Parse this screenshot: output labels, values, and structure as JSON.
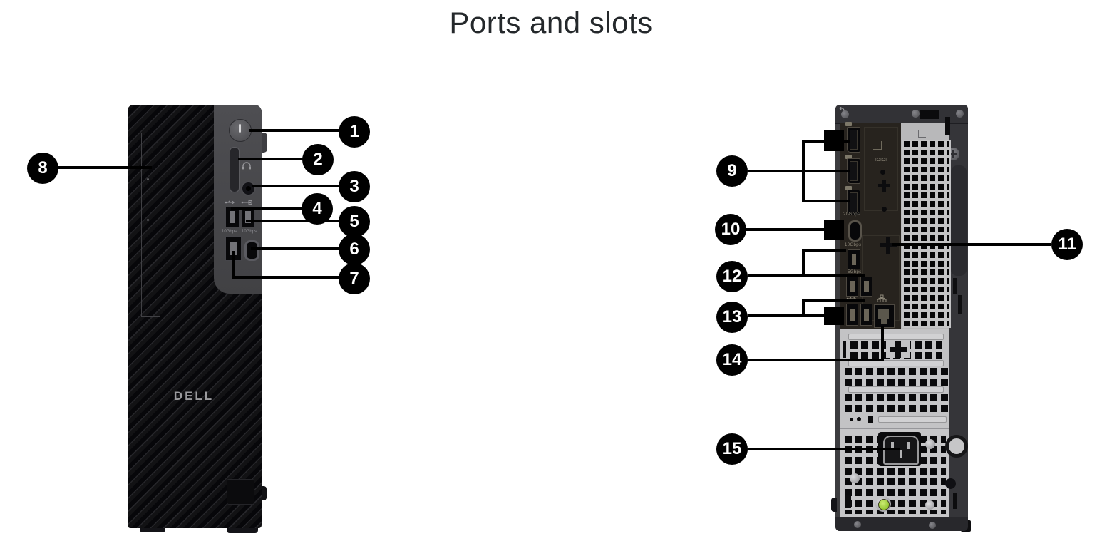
{
  "title": "Ports and slots",
  "front": {
    "brand_label": "DELL",
    "callouts": [
      "1",
      "2",
      "3",
      "4",
      "5",
      "6",
      "7",
      "8"
    ],
    "port_labels": {
      "usb_a_gen2": "10Gbps",
      "usb_c_gen2": "10Gbps"
    }
  },
  "back": {
    "callouts": [
      "9",
      "10",
      "11",
      "12",
      "13",
      "14",
      "15"
    ],
    "labels": {
      "serial": "IOIOI",
      "usb_c_speed": "20Gbps",
      "usb_10g_speed": "10Gbps",
      "usb_5g_speed": "5Gbps"
    }
  },
  "colors": {
    "callout_bg": "#000000",
    "callout_text": "#ffffff",
    "psu_led": "#9ccb3b"
  }
}
